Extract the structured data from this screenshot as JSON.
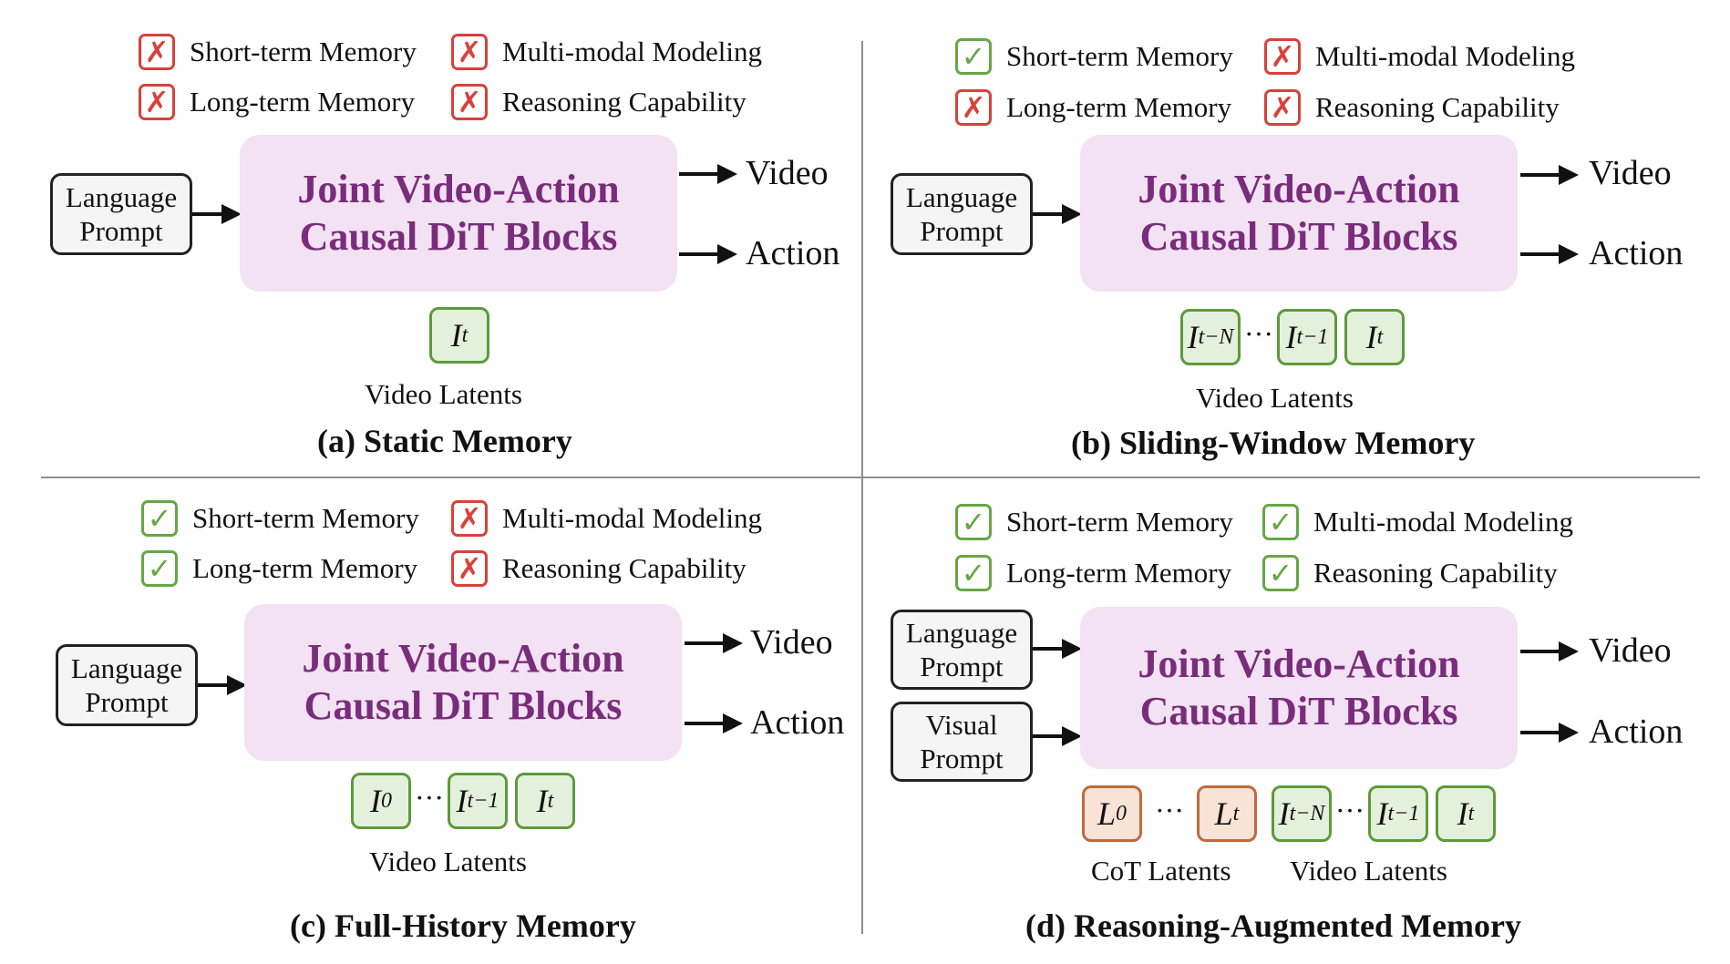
{
  "feature_labels": {
    "short_term": "Short-term Memory",
    "long_term": "Long-term Memory",
    "multimodal": "Multi-modal Modeling",
    "reasoning": "Reasoning Capability"
  },
  "block_text": {
    "line1": "Joint Video-Action",
    "line2": "Causal DiT Blocks"
  },
  "prompts": {
    "language": {
      "line1": "Language",
      "line2": "Prompt"
    },
    "visual": {
      "line1": "Visual",
      "line2": "Prompt"
    }
  },
  "outputs": {
    "video": "Video",
    "action": "Action"
  },
  "latent_labels": {
    "video": "Video Latents",
    "cot": "CoT Latents"
  },
  "dots": "···",
  "latent_tokens": {
    "I": "I",
    "L": "L",
    "sub_t": "t",
    "sub_0": "0",
    "sub_t_minus_1": "t−1",
    "sub_t_minus_N": "t−N"
  },
  "panels": [
    {
      "caption": "(a) Static Memory",
      "short_term": false,
      "long_term": false,
      "multimodal": false,
      "reasoning": false
    },
    {
      "caption": "(b) Sliding-Window Memory",
      "short_term": true,
      "long_term": false,
      "multimodal": false,
      "reasoning": false
    },
    {
      "caption": "(c) Full-History Memory",
      "short_term": true,
      "long_term": true,
      "multimodal": false,
      "reasoning": false
    },
    {
      "caption": "(d) Reasoning-Augmented Memory",
      "short_term": true,
      "long_term": true,
      "multimodal": true,
      "reasoning": true
    }
  ],
  "colors": {
    "check": "#66a745",
    "cross": "#d9413a",
    "block_fill": "#f2e2f3",
    "block_text": "#7a2c7c",
    "video_latent_fill": "#e3f1dc",
    "cot_latent_fill": "#f8e3d7"
  }
}
